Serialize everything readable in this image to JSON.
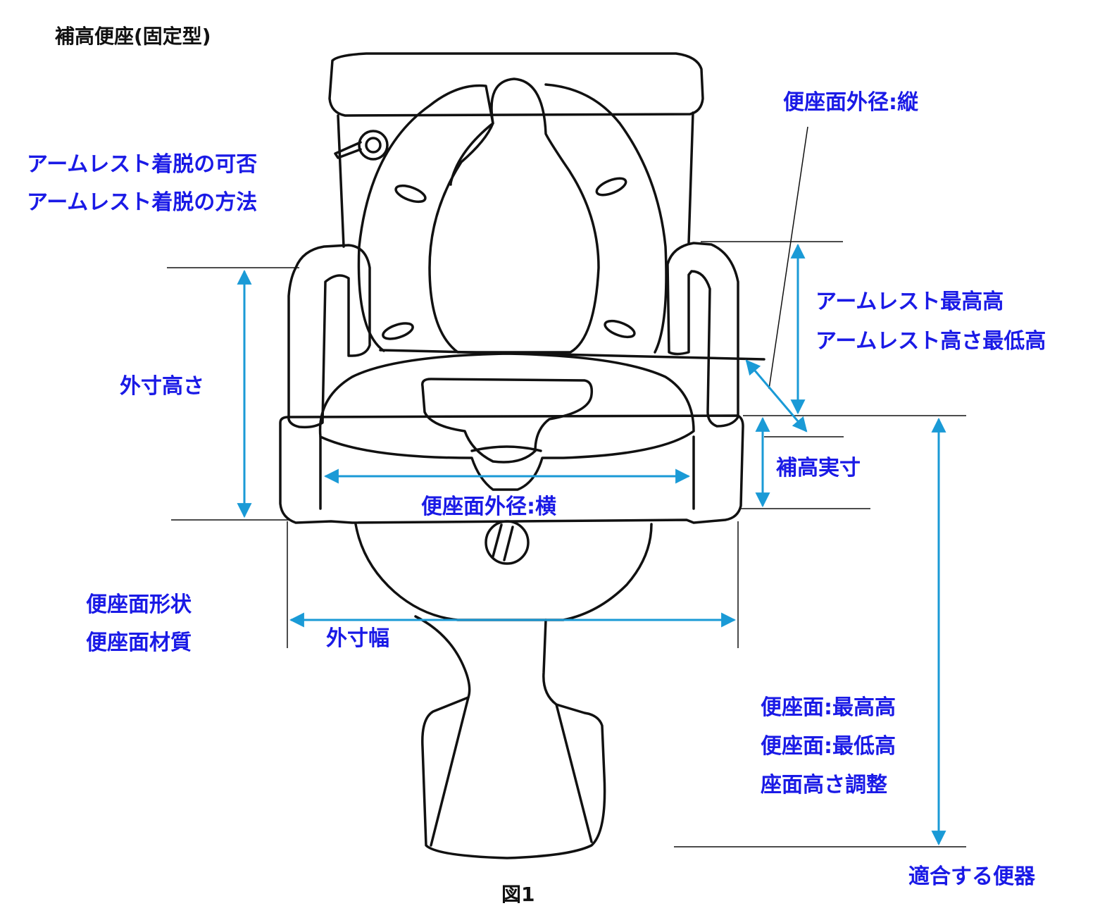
{
  "title": "補高便座(固定型)",
  "figure_caption": "図1",
  "colors": {
    "label": "#1a1ae6",
    "dimension_arrow": "#1a9ad6",
    "drawing": "#111111"
  },
  "labels": {
    "armrest_detach_possible": "アームレスト着脱の可否",
    "armrest_detach_method": "アームレスト着脱の方法",
    "seat_outer_diameter_vertical": "便座面外径:縦",
    "armrest_max_height": "アームレスト最高高",
    "armrest_min_height": "アームレスト高さ最低高",
    "outer_height": "外寸高さ",
    "raise_actual": "補高実寸",
    "seat_outer_diameter_horizontal": "便座面外径:横",
    "seat_shape": "便座面形状",
    "seat_material": "便座面材質",
    "outer_width": "外寸幅",
    "seat_max_height": "便座面:最高高",
    "seat_min_height": "便座面:最低高",
    "seat_height_adjust": "座面高さ調整",
    "compatible_toilet": "適合する便器"
  }
}
